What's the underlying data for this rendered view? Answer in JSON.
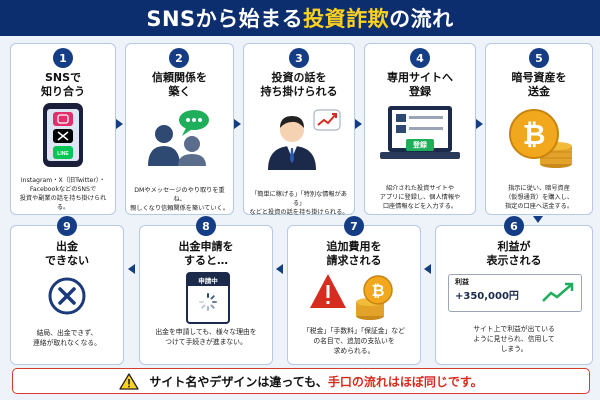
{
  "title": {
    "part1": "SNSから始まる",
    "highlight": "投資詐欺",
    "part2": "の流れ"
  },
  "steps": [
    {
      "num": "1",
      "heading": "SNSで\n知り合う",
      "desc": "Instagram・X（旧Twitter）・\nFacebookなどのSNSで\n投資や副業の話を持ち掛けられる。"
    },
    {
      "num": "2",
      "heading": "信頼関係を\n築く",
      "desc": "DMやメッセージのやり取りを重ね、\n親しくなり信頼関係を築いていく。"
    },
    {
      "num": "3",
      "heading": "投資の話を\n持ち掛けられる",
      "desc": "「簡単に稼げる」「特別な情報がある」\nなどと投資の話を持ち掛けられる。"
    },
    {
      "num": "4",
      "heading": "専用サイトへ\n登録",
      "desc": "紹介された投資サイトや\nアプリに登録し、個人情報や\n口座情報などを入力する。",
      "button": "登録"
    },
    {
      "num": "5",
      "heading": "暗号資産を\n送金",
      "desc": "指示に従い、暗号資産\n（仮想通貨）を購入し、\n指定の口座へ送金する。"
    },
    {
      "num": "6",
      "heading": "利益が\n表示される",
      "desc": "サイト上で利益が出ている\nように見せられ、信用して\nしまう。",
      "profit_label": "利益",
      "profit_value": "+350,000円"
    },
    {
      "num": "7",
      "heading": "追加費用を\n請求される",
      "desc": "「税金」「手数料」「保証金」など\nの名目で、追加の支払いを\n求められる。"
    },
    {
      "num": "8",
      "heading": "出金申請を\nすると…",
      "desc": "出金を申請しても、様々な理由を\nつけて手続きが進まない。",
      "badge": "申請中"
    },
    {
      "num": "9",
      "heading": "出金\nできない",
      "desc": "結局、出金できず、\n連絡が取れなくなる。"
    }
  ],
  "banner": {
    "text": "サイト名やデザインは違っても、",
    "highlight": "手口の流れはほぼ同じです。"
  },
  "colors": {
    "navy": "#0d2e6e",
    "yellow": "#ffd21f",
    "red": "#d62b1f"
  }
}
